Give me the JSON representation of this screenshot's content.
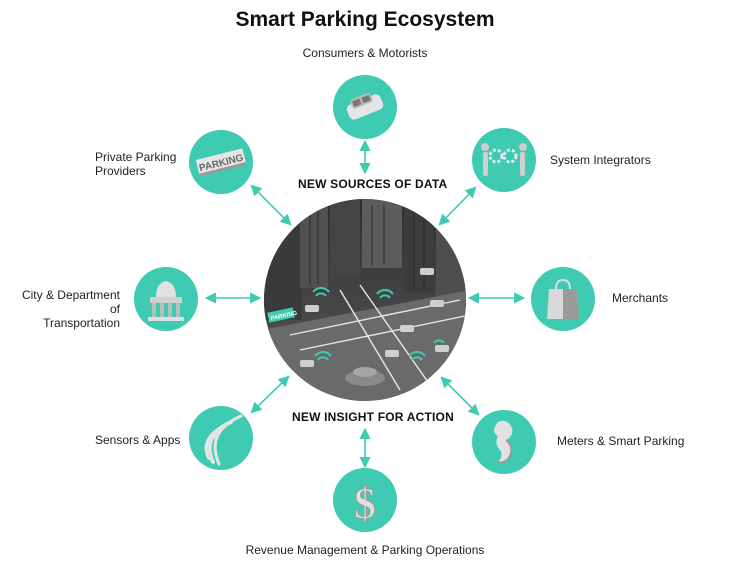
{
  "title": "Smart Parking Ecosystem",
  "center": {
    "top_label": "NEW SOURCES OF DATA",
    "bottom_label": "NEW INSIGHT FOR ACTION",
    "sign_text": "PARKING"
  },
  "colors": {
    "accent": "#3ecbb2",
    "arrow": "#3ecbb2",
    "city": "#4a4a4a"
  },
  "nodes": [
    {
      "label": "Consumers & Motorists",
      "icon": "car-icon"
    },
    {
      "label": "System Integrators",
      "icon": "gears-icon"
    },
    {
      "label": "Merchants",
      "icon": "shopping-bag-icon"
    },
    {
      "label": "Meters & Smart Parking",
      "icon": "parking-meter-icon"
    },
    {
      "label": "Revenue Management & Parking Operations",
      "icon": "dollar-icon"
    },
    {
      "label": "Sensors & Apps",
      "icon": "signal-icon"
    },
    {
      "label": "City & Department of",
      "label2": "Transportation",
      "icon": "city-hall-icon"
    },
    {
      "label": "Private Parking",
      "label2": "Providers",
      "icon": "parking-sign-icon",
      "sign_text": "PARKING"
    }
  ]
}
